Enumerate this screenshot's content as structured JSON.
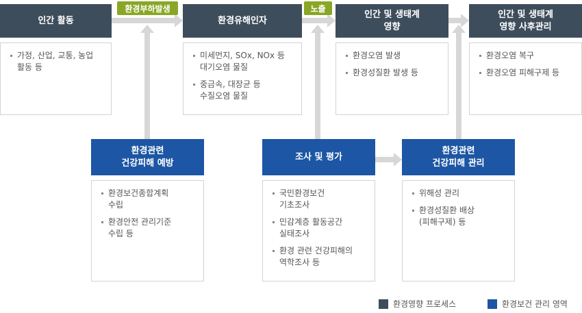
{
  "colors": {
    "process": "#3e4d5c",
    "management": "#1c56a4",
    "tag": "#8aa626",
    "arrow": "#d7d7d7"
  },
  "process": [
    {
      "title": "인간 활동",
      "items": [
        "가정, 산업, 교통, 농업\n활동 등"
      ]
    },
    {
      "title": "환경유해인자",
      "items": [
        "미세먼지, SOx, NOx 등\n대기오염 물질",
        "중금속, 대장균 등\n수질오염 물질"
      ]
    },
    {
      "title": "인간 및 생태계\n영향",
      "items": [
        "환경오염 발생",
        "환경성질환 발생 등"
      ]
    },
    {
      "title": "인간 및 생태계\n영향 사후관리",
      "items": [
        "환경오염 복구",
        "환경오염 피해구제 등"
      ]
    }
  ],
  "management": [
    {
      "title": "환경관련\n건강피해 예방",
      "items": [
        "환경보건종합계획\n수립",
        "환경안전 관리기준\n수립 등"
      ]
    },
    {
      "title": "조사 및 평가",
      "items": [
        "국민환경보건\n기초조사",
        "민감계층 활동공간\n실태조사",
        "환경 관련 건강피해의\n역학조사 등"
      ]
    },
    {
      "title": "환경관련\n건강피해 관리",
      "items": [
        "위해성 관리",
        "환경성질환 배상\n(피해구제) 등"
      ]
    }
  ],
  "tags": {
    "load": "환경부하발생",
    "exposure": "노출"
  },
  "legend": {
    "process_label": "환경영향 프로세스",
    "management_label": "환경보건 관리 영역"
  }
}
